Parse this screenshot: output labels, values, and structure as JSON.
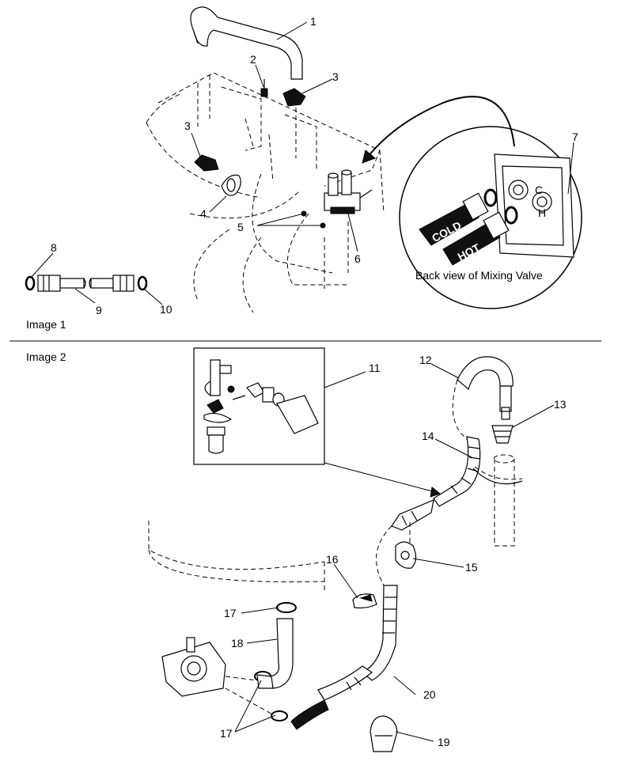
{
  "sections": {
    "image1": "Image 1",
    "image2": "Image 2"
  },
  "inset": {
    "caption": "Back view of Mixing Valve",
    "cold_label": "COLD",
    "hot_label": "HOT",
    "c_mark": "C",
    "h_mark": "H"
  },
  "callouts": {
    "c1": "1",
    "c2": "2",
    "c3a": "3",
    "c3b": "3",
    "c4": "4",
    "c5": "5",
    "c6": "6",
    "c7": "7",
    "c8": "8",
    "c9": "9",
    "c10": "10",
    "c11": "11",
    "c12": "12",
    "c13": "13",
    "c14": "14",
    "c15": "15",
    "c16": "16",
    "c17a": "17",
    "c17b": "17",
    "c18": "18",
    "c19": "19",
    "c20": "20"
  }
}
